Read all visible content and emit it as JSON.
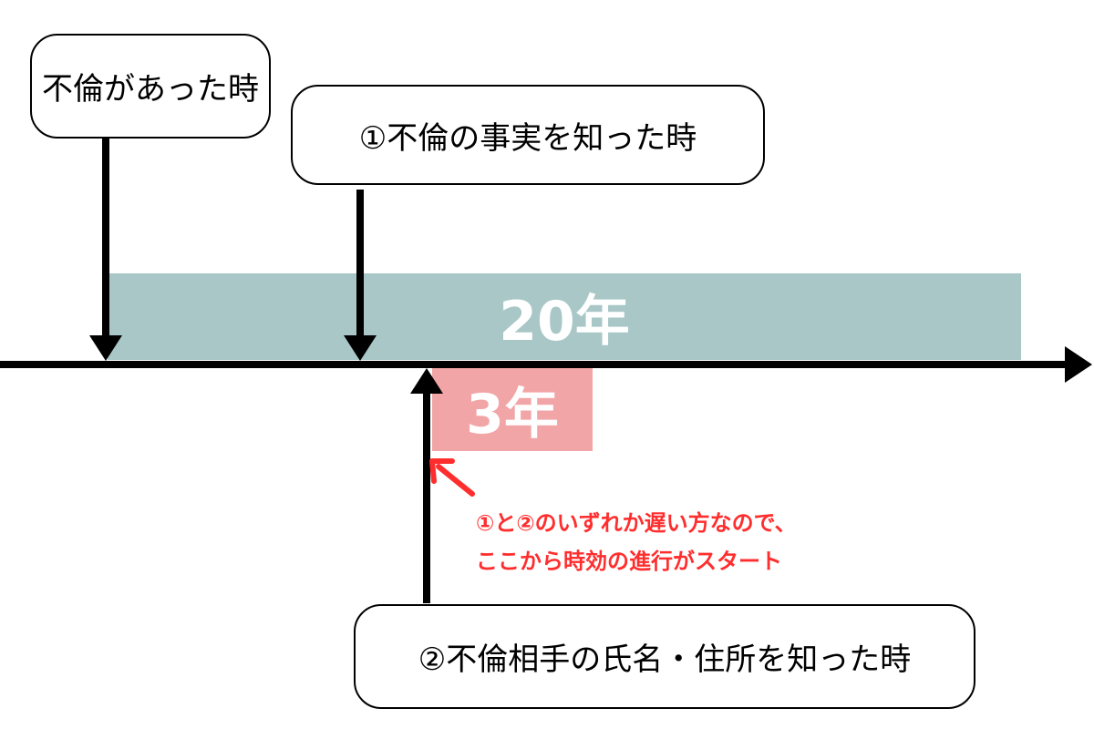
{
  "labels": {
    "affair_occurred": "不倫があった時",
    "fact_known": "①不倫の事実を知った時",
    "identity_known": "②不倫相手の氏名・住所を知った時"
  },
  "periods": {
    "long": "20年",
    "short": "3年"
  },
  "note": {
    "line1": "①と②のいずれか遅い方なので、",
    "line2": "ここから時効の進行がスタート"
  },
  "colors": {
    "long_period": "#a9c7c7",
    "short_period": "#f2a5a6",
    "note": "#ff2e2e",
    "lines": "#000000"
  }
}
